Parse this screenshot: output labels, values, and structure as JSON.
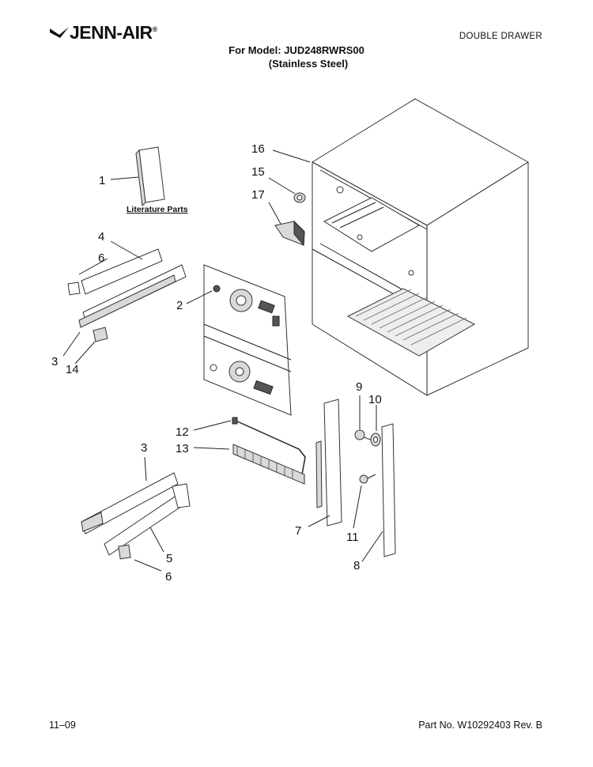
{
  "header": {
    "brand": "JENN-AIR",
    "section": "DOUBLE DRAWER",
    "model_line": "For Model: JUD248RWRS00",
    "finish_line": "(Stainless Steel)"
  },
  "literature_label": "Literature Parts",
  "callouts": [
    "1",
    "2",
    "3",
    "3",
    "4",
    "5",
    "6",
    "6",
    "7",
    "8",
    "9",
    "10",
    "11",
    "12",
    "13",
    "14",
    "15",
    "16",
    "17"
  ],
  "footer": {
    "date": "11–09",
    "part_number": "Part No. W10292403 Rev. B"
  }
}
